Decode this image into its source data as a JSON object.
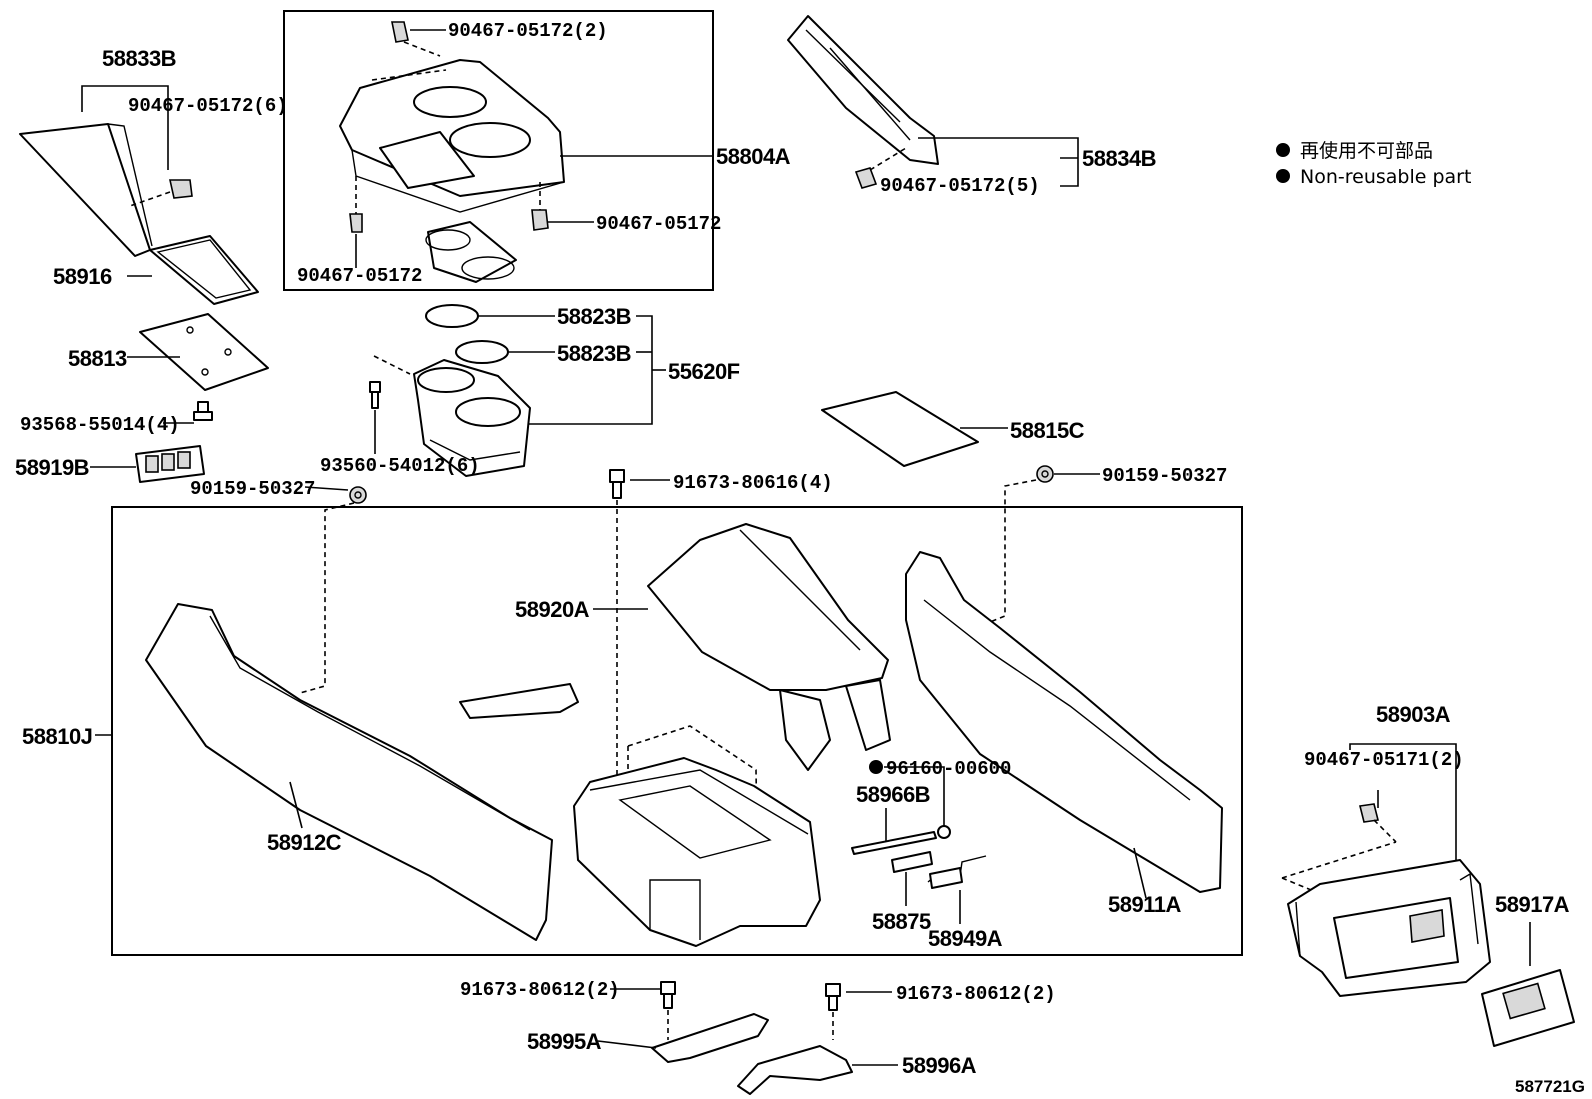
{
  "legend": {
    "jp": "再使用不可部品",
    "en": "Non-reusable part"
  },
  "diagram_id": "587721G",
  "labels": {
    "p58833B": "58833B",
    "p90467_05172_6": "90467-05172(6)",
    "p58916": "58916",
    "p58813": "58813",
    "p93568_55014_4": "93568-55014(4)",
    "p58919B": "58919B",
    "p90159_50327_a": "90159-50327",
    "p90467_05172_2": "90467-05172(2)",
    "p58804A": "58804A",
    "p90467_05172_r": "90467-05172",
    "p90467_05172_l": "90467-05172",
    "p58823B_1": "58823B",
    "p58823B_2": "58823B",
    "p55620F": "55620F",
    "p93560_54012_6": "93560-54012(6)",
    "p58834B": "58834B",
    "p90467_05172_5": "90467-05172(5)",
    "p58815C": "58815C",
    "p90159_50327_b": "90159-50327",
    "p91673_80616_4": "91673-80616(4)",
    "p58920A": "58920A",
    "p58810J": "58810J",
    "p58912C": "58912C",
    "p96160_00600": "96160-00600",
    "p58966B": "58966B",
    "p58875": "58875",
    "p58949A": "58949A",
    "p58911A": "58911A",
    "p58903A": "58903A",
    "p90467_05171_2": "90467-05171(2)",
    "p58917A": "58917A",
    "p91673_80612_2_l": "91673-80612(2)",
    "p91673_80612_2_r": "91673-80612(2)",
    "p58995A": "58995A",
    "p58996A": "58996A"
  }
}
